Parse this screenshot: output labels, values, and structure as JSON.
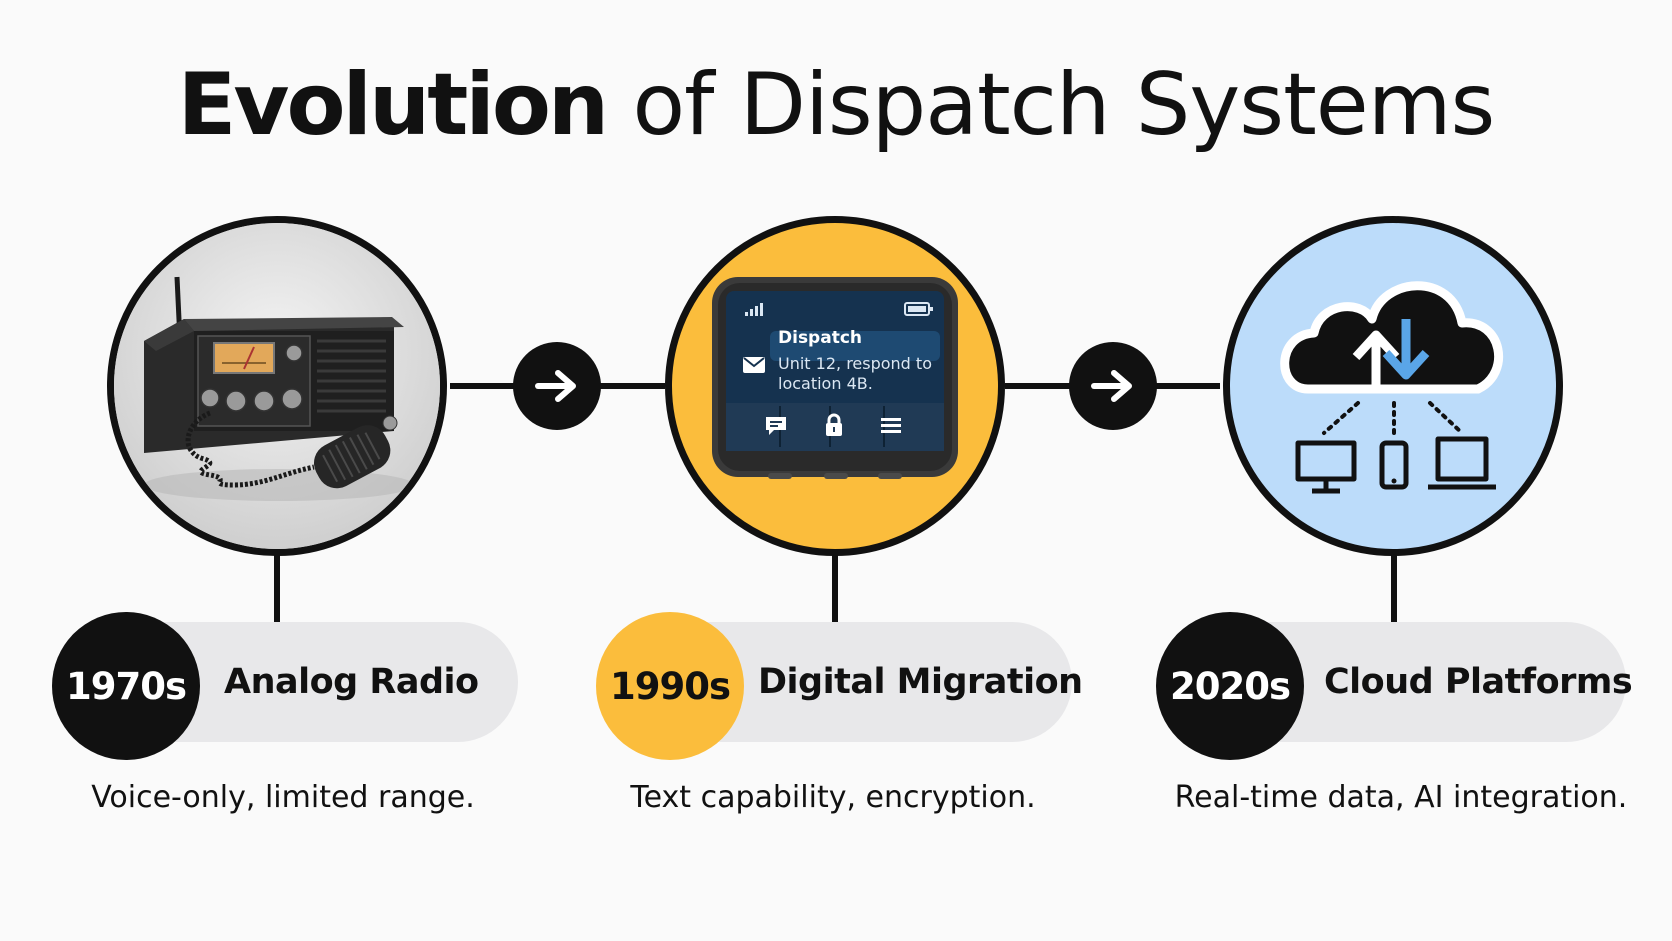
{
  "title": {
    "bold": "Evolution",
    "rest": "of Dispatch Systems"
  },
  "colors": {
    "dark": "#111111",
    "accent": "#fbbd3c",
    "cloud_bg": "#bcdcfa",
    "pill": "#e8e8ea"
  },
  "stages": [
    {
      "year": "1970s",
      "label": "Analog Radio",
      "description": "Voice-only, limited range.",
      "icon": "analog-radio-icon"
    },
    {
      "year": "1990s",
      "label": "Digital Migration",
      "description": "Text capability, encryption.",
      "icon": "dispatch-terminal-icon"
    },
    {
      "year": "2020s",
      "label": "Cloud Platforms",
      "description": "Real-time data, AI integration.",
      "icon": "cloud-sync-icon"
    }
  ],
  "terminal": {
    "header": "Dispatch",
    "message": [
      "Unit 12, respond to",
      "location 4B."
    ]
  }
}
